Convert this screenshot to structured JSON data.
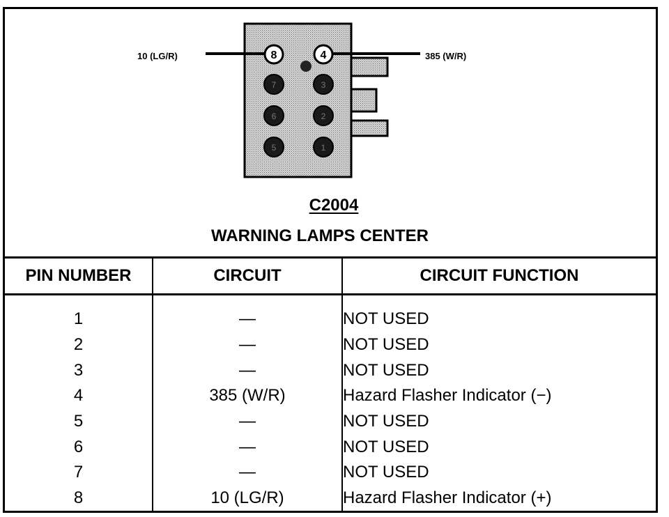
{
  "connector": {
    "id": "C2004",
    "name": "WARNING LAMPS CENTER",
    "wire_left_label": "10 (LG/R)",
    "wire_right_label": "385 (W/R)",
    "left_column_pins": [
      "8",
      "7",
      "6",
      "5"
    ],
    "right_column_pins": [
      "4",
      "3",
      "2",
      "1"
    ]
  },
  "table": {
    "headers": [
      "PIN NUMBER",
      "CIRCUIT",
      "CIRCUIT FUNCTION"
    ],
    "rows": [
      {
        "pin": "1",
        "circuit": "—",
        "function": "NOT USED"
      },
      {
        "pin": "2",
        "circuit": "—",
        "function": "NOT USED"
      },
      {
        "pin": "3",
        "circuit": "—",
        "function": "NOT USED"
      },
      {
        "pin": "4",
        "circuit": "385 (W/R)",
        "function": "Hazard Flasher Indicator (−)"
      },
      {
        "pin": "5",
        "circuit": "—",
        "function": "NOT USED"
      },
      {
        "pin": "6",
        "circuit": "—",
        "function": "NOT USED"
      },
      {
        "pin": "7",
        "circuit": "—",
        "function": "NOT USED"
      },
      {
        "pin": "8",
        "circuit": "10 (LG/R)",
        "function": "Hazard Flasher Indicator (+)"
      }
    ]
  }
}
